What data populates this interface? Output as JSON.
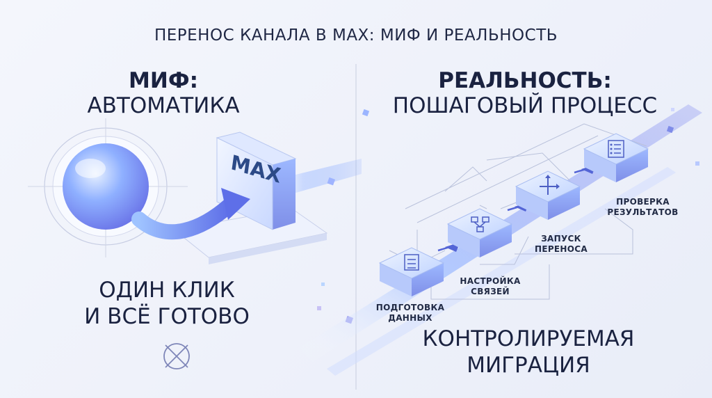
{
  "title": "Перенос канала в MAX: миф и реальность",
  "myth": {
    "heading_line1": "Миф:",
    "heading_line2": "Автоматика",
    "caption_line1": "Один клик",
    "caption_line2": "и всё готово",
    "cross_icon": "x-circle-icon",
    "button_label": "MAX"
  },
  "reality": {
    "heading_line1": "Реальность:",
    "heading_line2": "пошаговый процесс",
    "caption_line1": "Контролируемая",
    "caption_line2": "миграция",
    "steps": [
      {
        "line1": "Подготовка",
        "line2": "данных",
        "icon": "document-list-icon"
      },
      {
        "line1": "Настройка",
        "line2": "связей",
        "icon": "flowchart-icon"
      },
      {
        "line1": "Запуск",
        "line2": "переноса",
        "icon": "transfer-arrows-icon"
      },
      {
        "line1": "Проверка",
        "line2": "результатов",
        "icon": "checklist-icon"
      }
    ]
  },
  "colors": {
    "accent": "#6f7ff0",
    "sphere": "#8fb0ff",
    "block": "#cfe0ff",
    "beam": "#9fc0ff",
    "text": "#1d2540"
  }
}
